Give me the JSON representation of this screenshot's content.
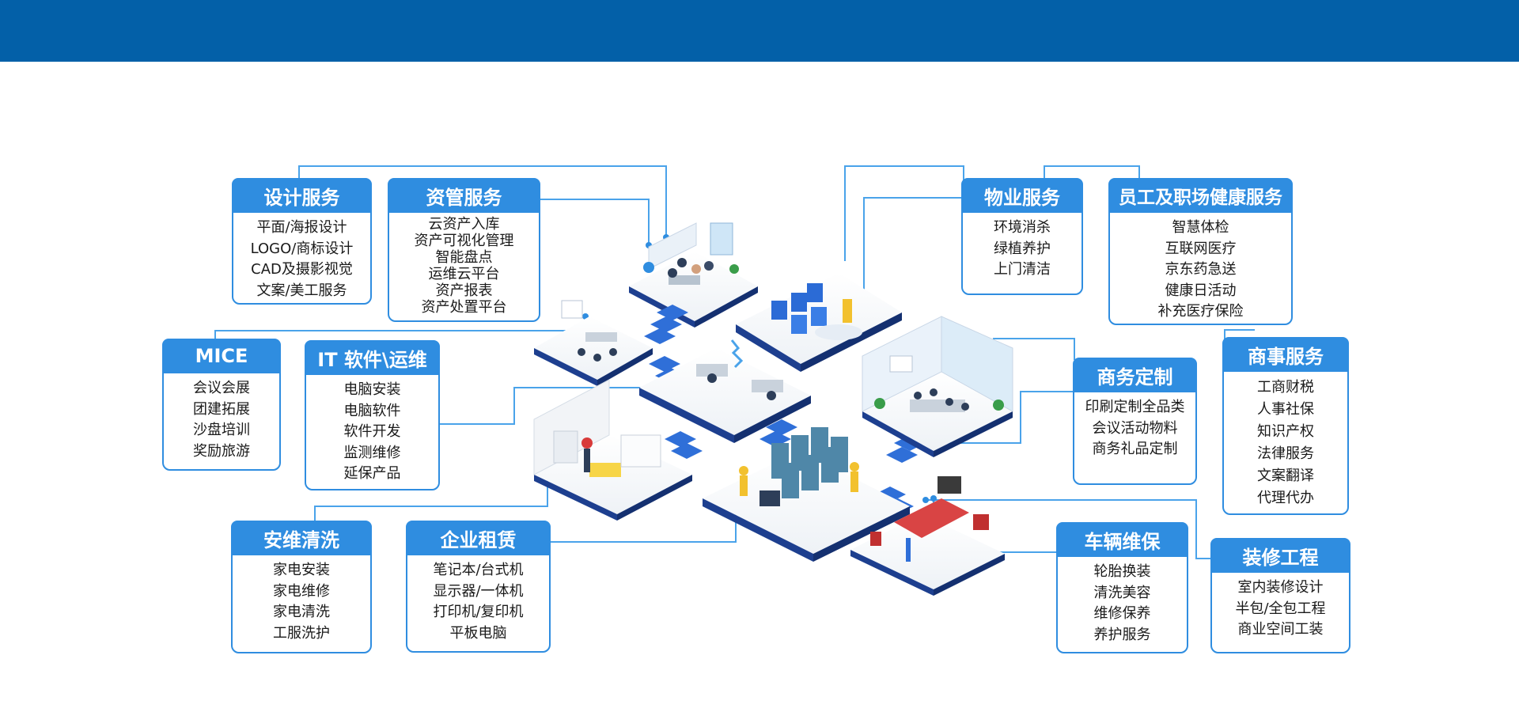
{
  "colors": {
    "header_bar": "#0360a8",
    "accent": "#2f8de0",
    "connector": "#4aa3ea"
  },
  "services": [
    {
      "id": "design",
      "title": "设计服务",
      "items": [
        "平面/海报设计",
        "LOGO/商标设计",
        "CAD及摄影视觉",
        "文案/美工服务"
      ]
    },
    {
      "id": "asset",
      "title": "资管服务",
      "items": [
        "云资产入库",
        "资产可视化管理",
        "智能盘点",
        "运维云平台",
        "资产报表",
        "资产处置平台"
      ]
    },
    {
      "id": "property",
      "title": "物业服务",
      "items": [
        "环境消杀",
        "绿植养护",
        "上门清洁"
      ]
    },
    {
      "id": "health",
      "title": "员工及职场健康服务",
      "items": [
        "智慧体检",
        "互联网医疗",
        "京东药急送",
        "健康日活动",
        "补充医疗保险"
      ]
    },
    {
      "id": "mice",
      "title": "MICE",
      "items": [
        "会议会展",
        "团建拓展",
        "沙盘培训",
        "奖励旅游"
      ]
    },
    {
      "id": "it",
      "title": "IT 软件\\运维",
      "items": [
        "电脑安装",
        "电脑软件",
        "软件开发",
        "监测维修",
        "延保产品"
      ]
    },
    {
      "id": "custom",
      "title": "商务定制",
      "items": [
        "印刷定制全品类",
        "会议活动物料",
        "商务礼品定制"
      ]
    },
    {
      "id": "business",
      "title": "商事服务",
      "items": [
        "工商财税",
        "人事社保",
        "知识产权",
        "法律服务",
        "文案翻译",
        "代理代办"
      ]
    },
    {
      "id": "appliance",
      "title": "安维清洗",
      "items": [
        "家电安装",
        "家电维修",
        "家电清洗",
        "工服洗护"
      ]
    },
    {
      "id": "rental",
      "title": "企业租赁",
      "items": [
        "笔记本/台式机",
        "显示器/一体机",
        "打印机/复印机",
        "平板电脑"
      ]
    },
    {
      "id": "vehicle",
      "title": "车辆维保",
      "items": [
        "轮胎换装",
        "清洗美容",
        "维修保养",
        "养护服务"
      ]
    },
    {
      "id": "decoration",
      "title": "装修工程",
      "items": [
        "室内装修设计",
        "半包/全包工程",
        "商业空间工装"
      ]
    }
  ]
}
